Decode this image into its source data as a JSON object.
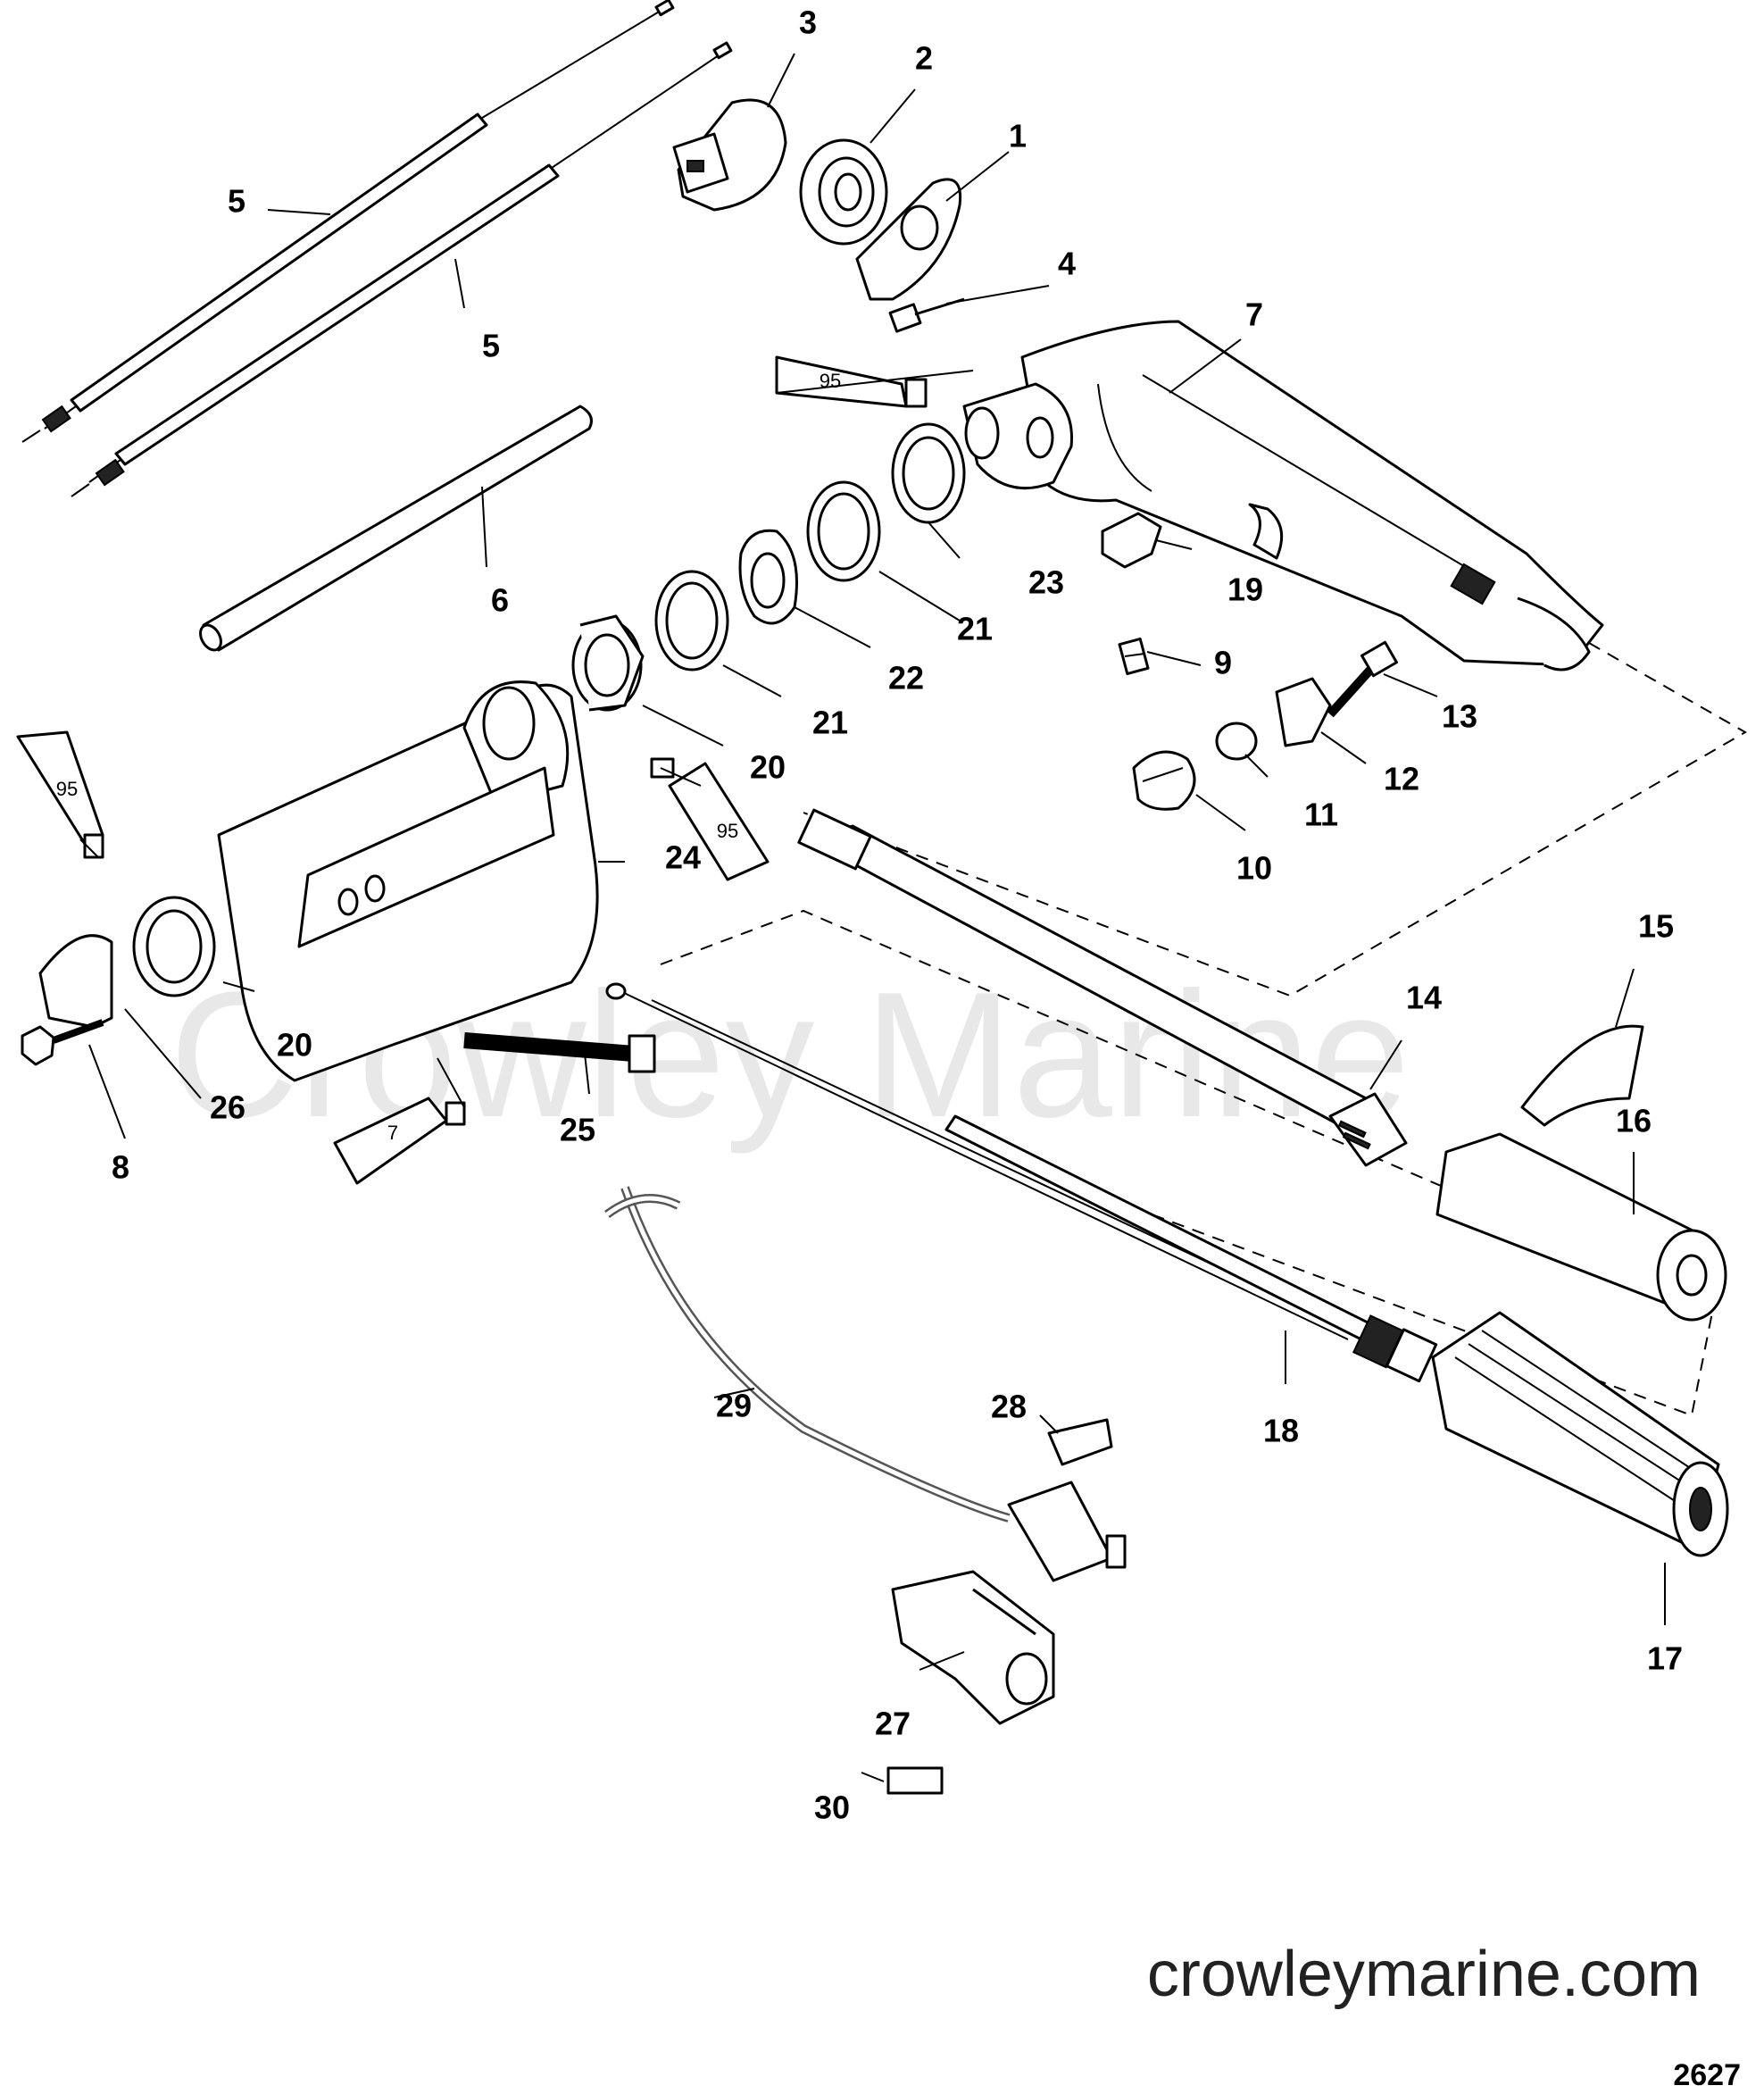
{
  "diagram": {
    "watermark": "Crowley Marine",
    "site_text": "crowleymarine.com",
    "figure_id": "2627",
    "tube_labels": [
      "95",
      "95",
      "95",
      "7"
    ],
    "callouts": [
      "1",
      "2",
      "3",
      "4",
      "5",
      "5",
      "6",
      "7",
      "8",
      "9",
      "10",
      "11",
      "12",
      "13",
      "14",
      "15",
      "16",
      "17",
      "18",
      "19",
      "20",
      "20",
      "21",
      "21",
      "22",
      "23",
      "24",
      "25",
      "26",
      "27",
      "28",
      "29",
      "30"
    ]
  }
}
